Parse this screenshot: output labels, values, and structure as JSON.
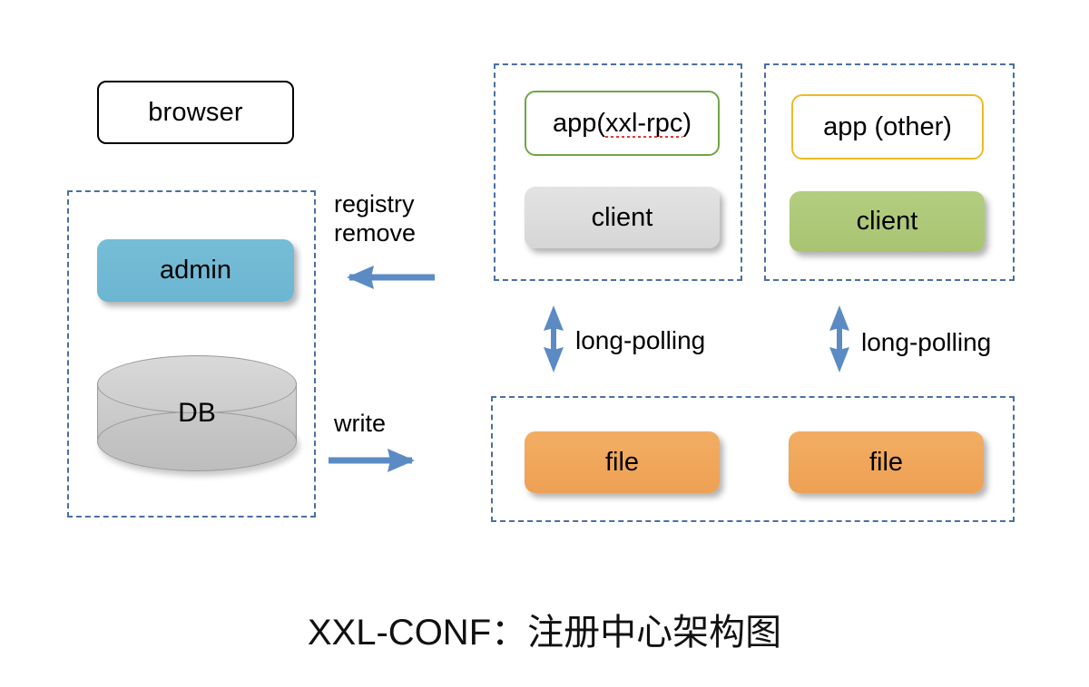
{
  "diagram": {
    "title": "XXL-CONF：注册中心架构图",
    "background": "#ffffff",
    "accent_dashed": "#4A6FA5",
    "arrow_color": "#5B8BC4"
  },
  "left_side": {
    "browser": {
      "label": "browser",
      "border_color": "#000000",
      "fill": "#ffffff"
    },
    "group": {
      "name": "admin-db-group",
      "admin": {
        "label": "admin",
        "fill": "#6CB8D4"
      },
      "db": {
        "label": "DB",
        "fill": "#C8C8C8"
      }
    }
  },
  "connectors": {
    "registry_remove": {
      "label": "registry\nremove",
      "direction": "left",
      "color": "#5B8BC4"
    },
    "write": {
      "label": "write",
      "direction": "right",
      "color": "#5B8BC4"
    },
    "long_polling_left": {
      "label": "long-polling",
      "direction": "both",
      "color": "#5B8BC4"
    },
    "long_polling_right": {
      "label": "long-polling",
      "direction": "both",
      "color": "#5B8BC4"
    }
  },
  "app_groups": [
    {
      "name": "app-xxl-rpc-group",
      "app": {
        "label_prefix": "app(",
        "label_misspelled": "xxl-rpc",
        "label_suffix": ")",
        "border_color": "#6EA644",
        "fill": "#ffffff",
        "spellcheck_underline_color": "#E53935"
      },
      "client": {
        "label": "client",
        "fill": "#DCDCDC"
      }
    },
    {
      "name": "app-other-group",
      "app": {
        "label": "app (other)",
        "border_color": "#EEBB22",
        "fill": "#ffffff"
      },
      "client": {
        "label": "client",
        "fill": "#AFC97A"
      }
    }
  ],
  "file_group": {
    "name": "file-storage-group",
    "files": [
      {
        "label": "file",
        "fill": "#F0A75A"
      },
      {
        "label": "file",
        "fill": "#F0A75A"
      }
    ]
  }
}
